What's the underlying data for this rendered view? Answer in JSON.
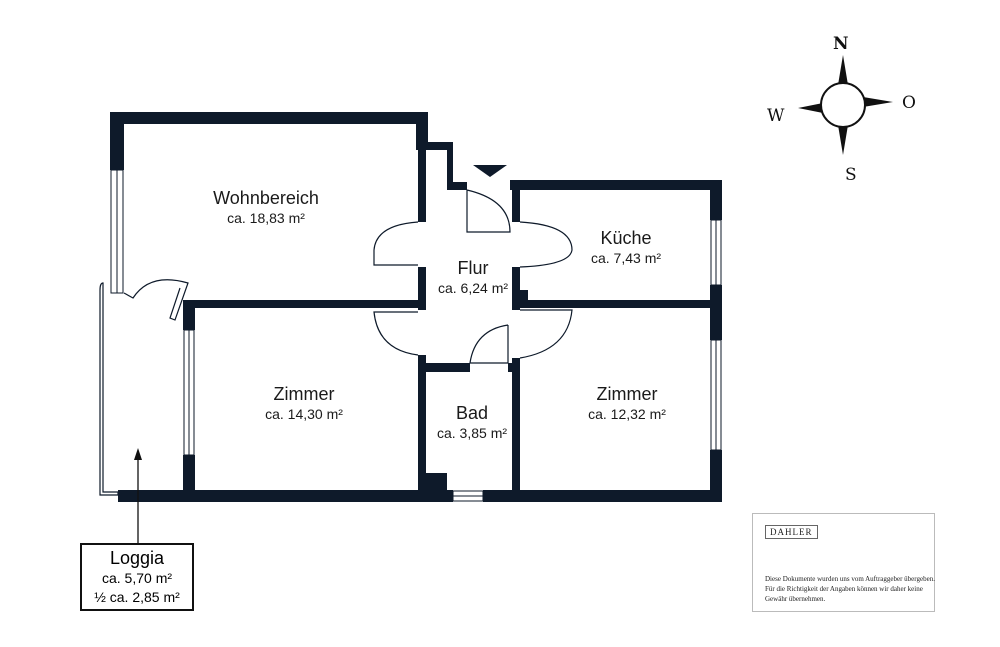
{
  "rooms": [
    {
      "name": "Wohnbereich",
      "area": "ca. 18,83 m²"
    },
    {
      "name": "Flur",
      "area": "ca. 6,24 m²"
    },
    {
      "name": "Küche",
      "area": "ca. 7,43 m²"
    },
    {
      "name": "Zimmer",
      "area": "ca. 14,30 m²"
    },
    {
      "name": "Bad",
      "area": "ca. 3,85 m²"
    },
    {
      "name": "Zimmer",
      "area": "ca. 12,32 m²"
    }
  ],
  "loggia": {
    "name": "Loggia",
    "area": "ca. 5,70 m²",
    "half_area": "½ ca. 2,85 m²"
  },
  "compass": {
    "n": "N",
    "s": "S",
    "w": "W",
    "o": "O"
  },
  "disclaimer": {
    "logo": "DAHLER",
    "text": "Diese Dokumente wurden uns vom Auftraggeber übergeben. Für die Richtigkeit der Angaben können wir daher keine Gewähr übernehmen."
  },
  "colors": {
    "wall": "#0e1a2a"
  }
}
